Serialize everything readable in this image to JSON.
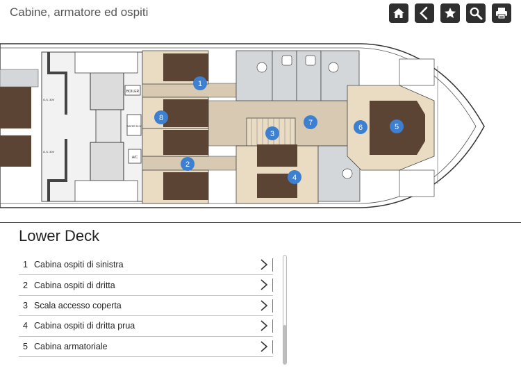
{
  "header": {
    "title": "Cabine, armatore ed ospiti",
    "buttons": [
      {
        "name": "home-button",
        "icon": "home-icon"
      },
      {
        "name": "back-button",
        "icon": "chevron-left-icon"
      },
      {
        "name": "favorite-button",
        "icon": "star-icon"
      },
      {
        "name": "search-button",
        "icon": "search-icon"
      },
      {
        "name": "print-button",
        "icon": "printer-icon"
      }
    ]
  },
  "plan": {
    "markers": [
      "1",
      "2",
      "3",
      "4",
      "5",
      "6",
      "7",
      "8"
    ],
    "labels": {
      "boiler": "BOILER",
      "ac": "A/C",
      "gs1": "G.S. 30V",
      "gs2": "G.S. 30V",
      "tank": "WATER 30 W"
    },
    "colors": {
      "marker": "#3d7fd0",
      "cabin_floor": "#5b4434",
      "corridor": "#d8c9b3",
      "wood": "#e9dcc3",
      "wet_room": "#d4d7d9"
    }
  },
  "section": {
    "title": "Lower Deck"
  },
  "list": {
    "items": [
      {
        "num": "1",
        "label": "Cabina ospiti di sinistra"
      },
      {
        "num": "2",
        "label": "Cabina ospiti di dritta"
      },
      {
        "num": "3",
        "label": "Scala accesso coperta"
      },
      {
        "num": "4",
        "label": "Cabina ospiti di dritta prua"
      },
      {
        "num": "5",
        "label": "Cabina armatoriale"
      }
    ]
  }
}
